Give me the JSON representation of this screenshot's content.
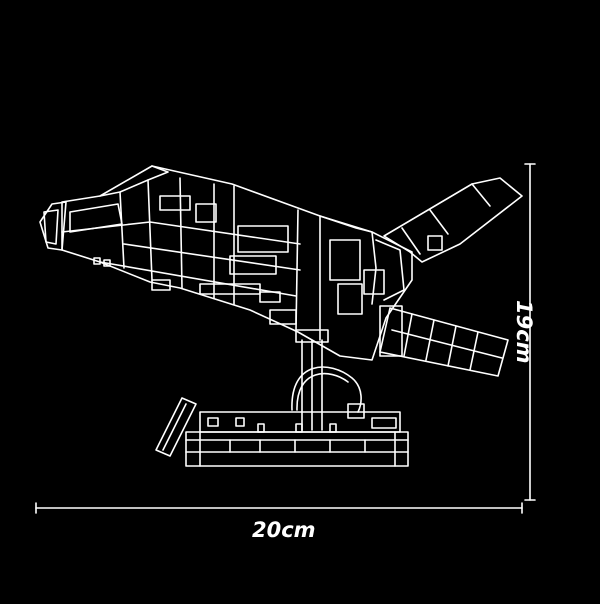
{
  "dimensions": {
    "width_label": "20cm",
    "height_label": "19cm"
  },
  "colors": {
    "background": "#000000",
    "line": "#ffffff"
  },
  "subject": {
    "icon": "space-shuttle-on-stand-line-drawing"
  }
}
